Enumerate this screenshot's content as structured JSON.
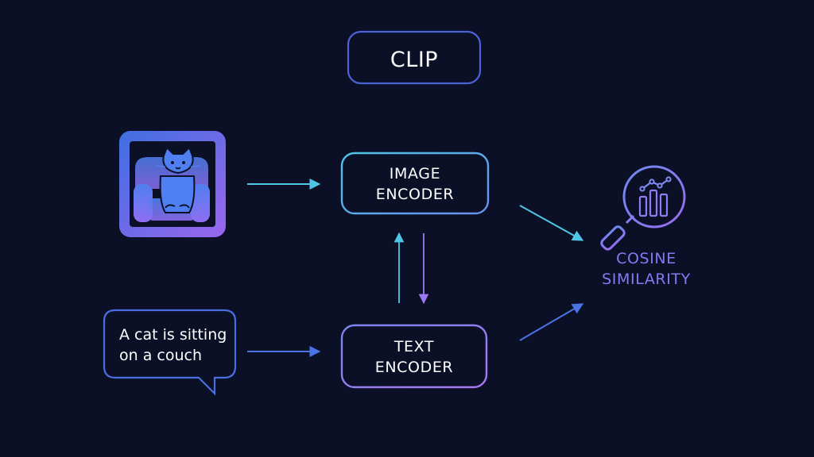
{
  "title": "CLIP",
  "image_encoder": {
    "line1": "IMAGE",
    "line2": "ENCODER"
  },
  "text_encoder": {
    "line1": "TEXT",
    "line2": "ENCODER"
  },
  "caption": {
    "line1": "A cat is sitting",
    "line2": "on a couch"
  },
  "similarity": {
    "line1": "COSINE",
    "line2": "SIMILARITY"
  },
  "icons": {
    "input_image": "cat-on-couch-icon",
    "similarity": "magnifier-chart-icon"
  },
  "colors": {
    "background": "#0b1027",
    "title_border": "#4a63d6",
    "image_encoder_border": "#4fc6e6",
    "text_encoder_border": "#9a78f0",
    "caption_border": "#4a6ee0",
    "similarity_text": "#8a78f0",
    "arrow_cyan": "#4fc6e6",
    "arrow_blue": "#4a73e6",
    "arrow_purple": "#9a78f0"
  }
}
